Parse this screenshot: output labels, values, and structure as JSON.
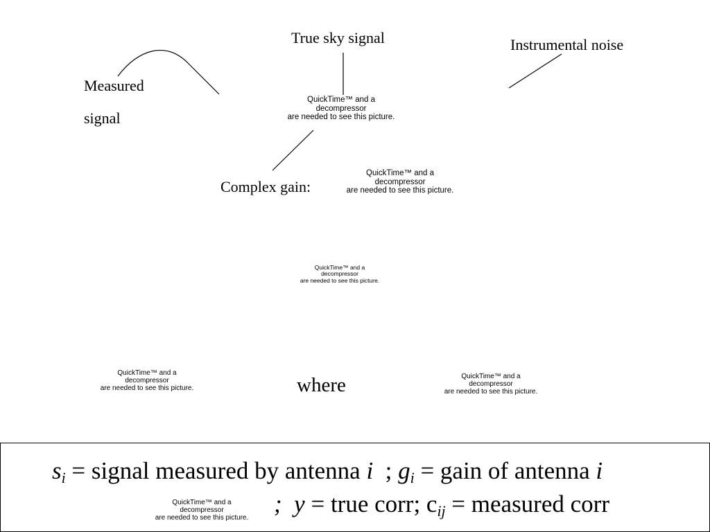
{
  "labels": {
    "true_sky_signal": "True sky signal",
    "instrumental_noise": "Instrumental noise",
    "measured": "Measured",
    "signal": "signal",
    "complex_gain": "Complex gain:",
    "where": "where"
  },
  "placeholder": {
    "line1": "QuickTime™ and a",
    "line2": "decompressor",
    "line3": "are needed to see this picture."
  },
  "definitions": {
    "s_var": "s",
    "s_sub": "i",
    "s_text": "= signal measured by antenna",
    "s_idx": "i",
    "sep1": ";",
    "g_var": "g",
    "g_sub": "i",
    "g_text": "= gain of antenna",
    "g_idx": "i",
    "sep2": ";",
    "y_var": "y",
    "y_text": "= true corr; c",
    "c_sub": "ij",
    "c_text": "= measured corr"
  }
}
